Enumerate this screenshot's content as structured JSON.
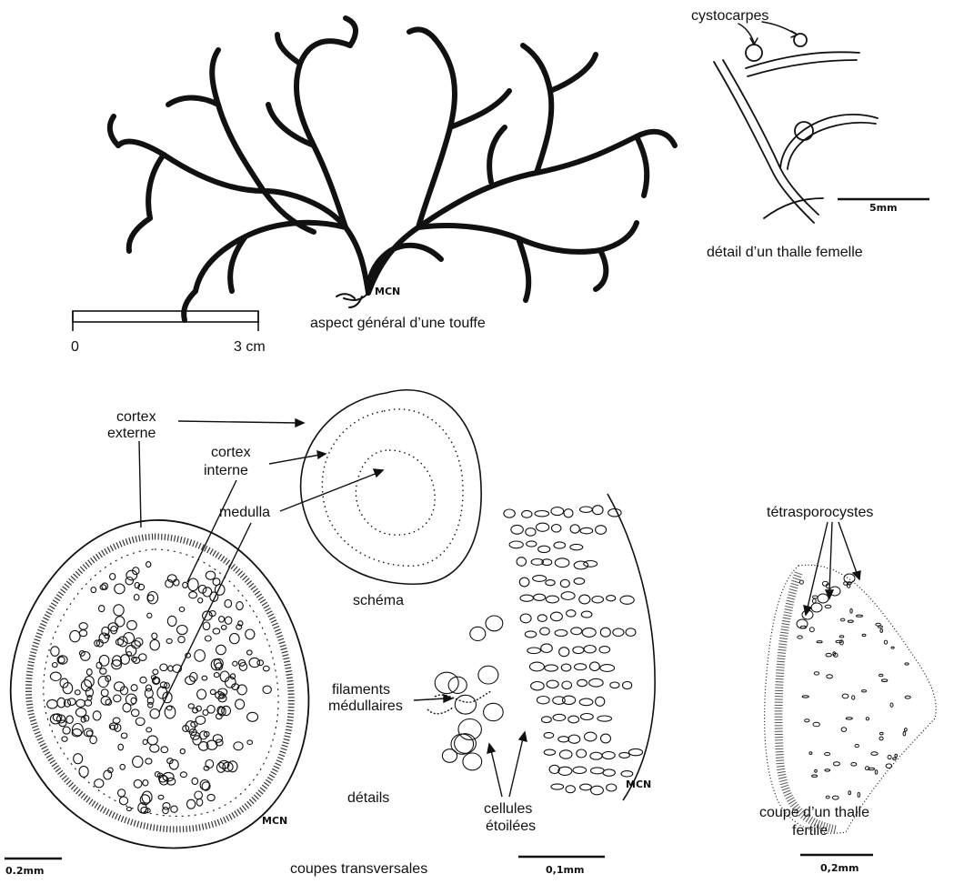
{
  "labels": {
    "cystocarpes": "cystocarpes",
    "detail_femelle": "détail d’un thalle femelle",
    "aspect_general": "aspect général d’une touffe",
    "scale_zero": "0",
    "scale_3cm": "3 cm",
    "scale_5mm": "5mm",
    "cortex_externe_1": "cortex",
    "cortex_externe_2": "externe",
    "cortex_interne_1": "cortex",
    "cortex_interne_2": "interne",
    "medulla": "medulla",
    "schema": "schéma",
    "filaments_1": "filaments",
    "filaments_2": "médullaires",
    "cellules_1": "cellules",
    "cellules_2": "étoilées",
    "details": "détails",
    "coupes": "coupes transversales",
    "tetrasporocystes": "tétrasporocystes",
    "coupe_fertile_1": "coupe d’un thalle",
    "coupe_fertile_2": "fertile",
    "scale_02mm_a": "0.2mm",
    "scale_01mm": "0,1mm",
    "scale_02mm_b": "0,2mm",
    "signature": "MCN"
  },
  "colors": {
    "ink": "#111111",
    "paper": "#ffffff"
  }
}
